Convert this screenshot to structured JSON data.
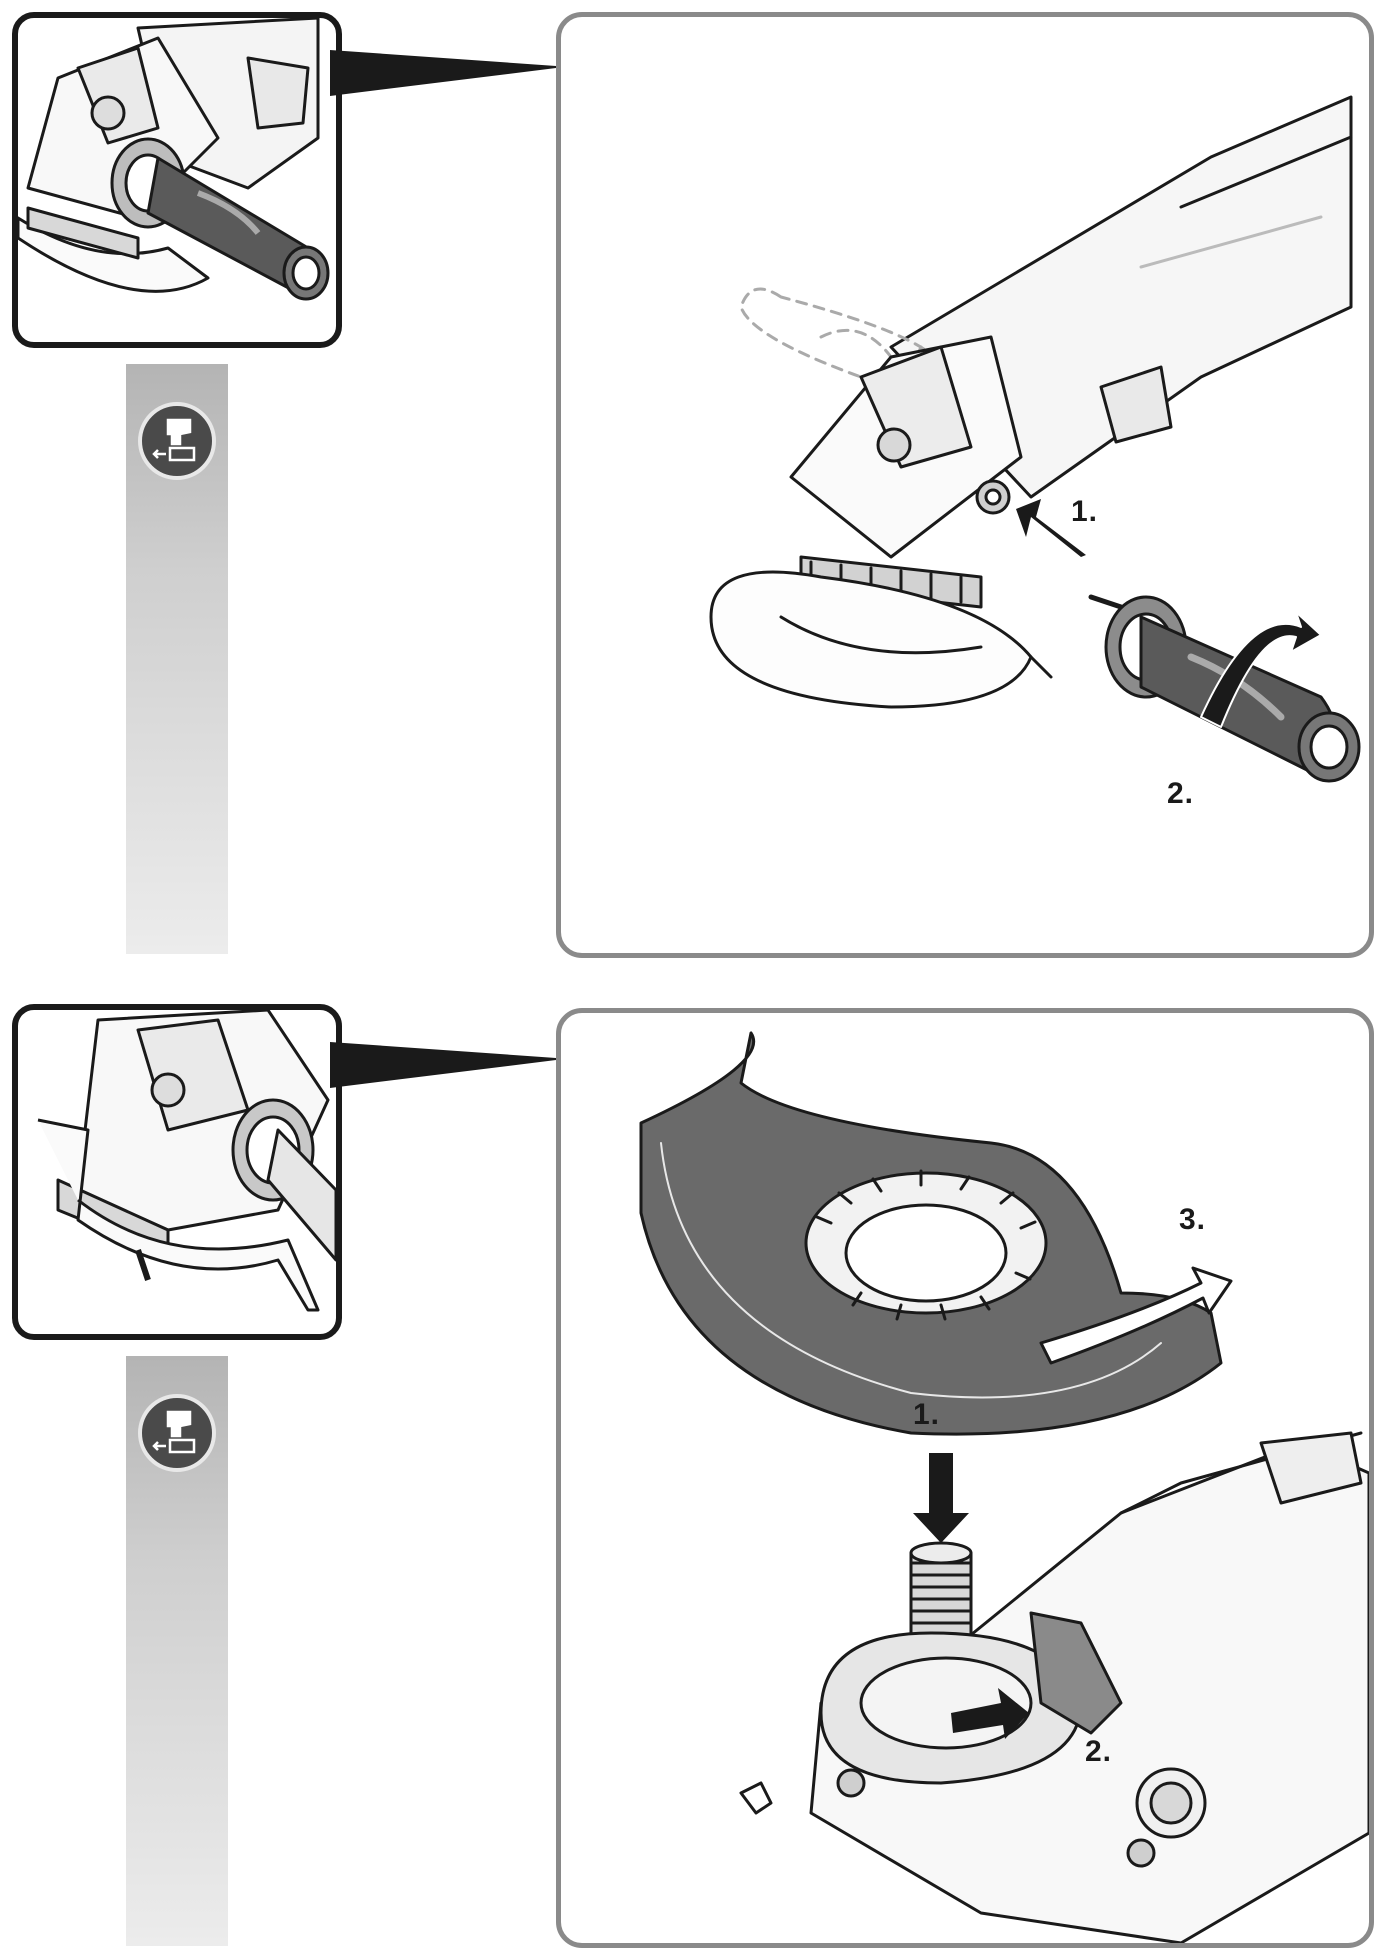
{
  "steps": {
    "upper": {
      "s1": "1.",
      "s2": "2."
    },
    "lower": {
      "s1": "1.",
      "s2": "2.",
      "s3": "3."
    }
  },
  "icons": {
    "badge": "remove-battery-icon",
    "thumb_top": "handle-mounted-angle-grinder-icon",
    "thumb_bottom": "guard-mounted-angle-grinder-icon",
    "callout": "callout-pointer-icon",
    "grinder": "angle-grinder-icon",
    "handle": "side-handle-icon",
    "guard": "wheel-guard-icon",
    "spindle": "spindle-lock-icon",
    "arrow_push": "push-arrow-icon",
    "arrow_rotate": "rotate-arrow-icon"
  },
  "colors": {
    "panel_border": "#8a8a8a",
    "thumb_border": "#1a1a1a",
    "grip_dark": "#555555",
    "guard_dark": "#6a6a6a",
    "strip_top": "#b4b4b4",
    "strip_bottom": "#ececec"
  }
}
